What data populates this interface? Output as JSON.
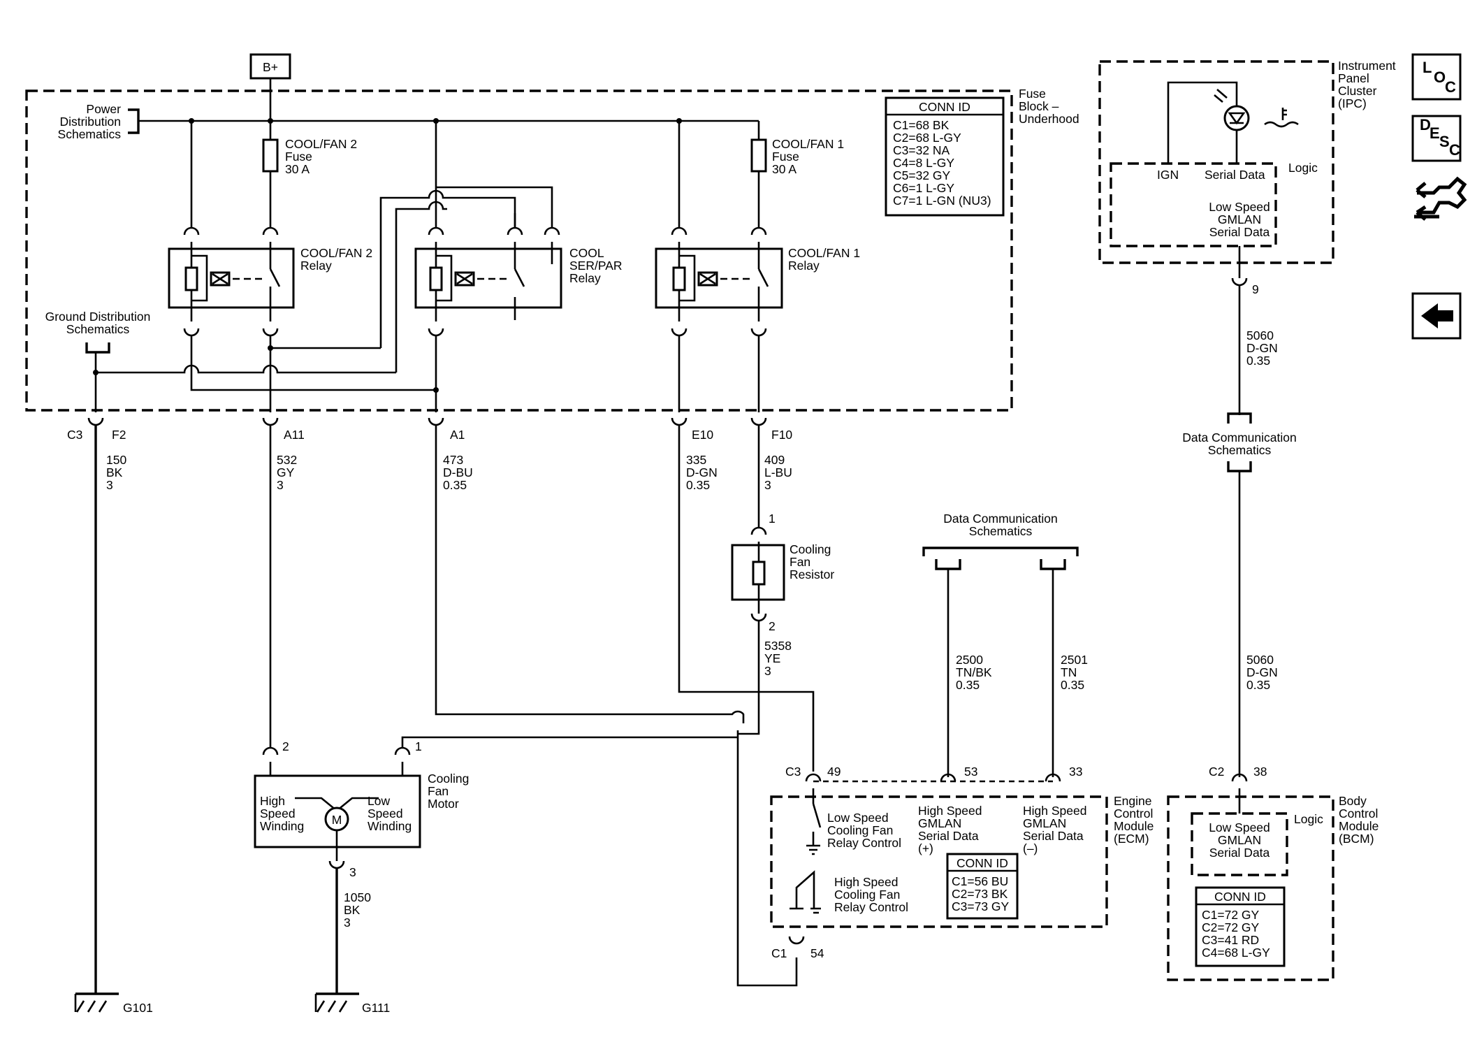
{
  "title": "",
  "power": {
    "bplus": "B+",
    "pds": [
      "Power",
      "Distribution",
      "Schematics"
    ],
    "gds": [
      "Ground Distribution",
      "Schematics"
    ]
  },
  "fuse_block": {
    "label": [
      "Fuse",
      "Block –",
      "Underhood"
    ]
  },
  "fuses": [
    {
      "id": "fuse-cool-fan-2",
      "label": [
        "COOL/FAN 2",
        "Fuse",
        "30 A"
      ]
    },
    {
      "id": "fuse-cool-fan-1",
      "label": [
        "COOL/FAN 1",
        "Fuse",
        "30 A"
      ]
    }
  ],
  "relays": [
    {
      "id": "relay-cool-fan-2",
      "label": [
        "COOL/FAN 2",
        "Relay"
      ]
    },
    {
      "id": "relay-cool-ser-par",
      "label": [
        "COOL",
        "SER/PAR",
        "Relay"
      ]
    },
    {
      "id": "relay-cool-fan-1",
      "label": [
        "COOL/FAN 1",
        "Relay"
      ]
    }
  ],
  "fuse_conn": {
    "title": "CONN ID",
    "rows": [
      "C1=68 BK",
      "C2=68 L-GY",
      "C3=32 NA",
      "C4=8 L-GY",
      "C5=32 GY",
      "C6=1 L-GY",
      "C7=1 L-GN (NU3)"
    ]
  },
  "pins_top": {
    "c3": "C3",
    "f2": "F2",
    "a11": "A11",
    "a1": "A1",
    "e10": "E10",
    "f10": "F10"
  },
  "wires": {
    "f2": [
      "150",
      "BK",
      "3"
    ],
    "a11": [
      "532",
      "GY",
      "3"
    ],
    "a1": [
      "473",
      "D-BU",
      "0.35"
    ],
    "e10": [
      "335",
      "D-GN",
      "0.35"
    ],
    "f10": [
      "409",
      "L-BU",
      "3"
    ],
    "resistor_out": [
      "5358",
      "YE",
      "3"
    ],
    "motor_gnd": [
      "1050",
      "BK",
      "3"
    ],
    "gmlan_plus": [
      "2500",
      "TN/BK",
      "0.35"
    ],
    "gmlan_minus": [
      "2501",
      "TN",
      "0.35"
    ],
    "ipc_top": [
      "5060",
      "D-GN",
      "0.35"
    ],
    "bcm_top": [
      "5060",
      "D-GN",
      "0.35"
    ]
  },
  "resistor": {
    "label": [
      "Cooling",
      "Fan",
      "Resistor"
    ],
    "pin1": "1",
    "pin2": "2"
  },
  "motor": {
    "label": [
      "Cooling",
      "Fan",
      "Motor"
    ],
    "symbol": "M",
    "pin2": "2",
    "pin1": "1",
    "pin3": "3",
    "high": [
      "High",
      "Speed",
      "Winding"
    ],
    "low": [
      "Low",
      "Speed",
      "Winding"
    ]
  },
  "grounds": {
    "g101": "G101",
    "g111": "G111"
  },
  "data_comm_mid": [
    "Data Communication",
    "Schematics"
  ],
  "data_comm_right": [
    "Data Communication",
    "Schematics"
  ],
  "ecm": {
    "label": [
      "Engine",
      "Control",
      "Module",
      "(ECM)"
    ],
    "c3": "C3",
    "p49": "49",
    "p53": "53",
    "p33": "33",
    "c1": "C1",
    "p54": "54",
    "low_ctrl": [
      "Low Speed",
      "Cooling Fan",
      "Relay Control"
    ],
    "high_ctrl": [
      "High Speed",
      "Cooling Fan",
      "Relay Control"
    ],
    "gm_plus": [
      "High Speed",
      "GMLAN",
      "Serial Data",
      "(+)"
    ],
    "gm_minus": [
      "High Speed",
      "GMLAN",
      "Serial Data",
      "(–)"
    ],
    "conn": {
      "title": "CONN ID",
      "rows": [
        "C1=56 BU",
        "C2=73 BK",
        "C3=73 GY"
      ]
    }
  },
  "ipc": {
    "label": [
      "Instrument",
      "Panel",
      "Cluster",
      "(IPC)"
    ],
    "ign": "IGN",
    "serial": "Serial Data",
    "logic": "Logic",
    "lsg": [
      "Low Speed",
      "GMLAN",
      "Serial Data"
    ],
    "pin": "9"
  },
  "bcm": {
    "label": [
      "Body",
      "Control",
      "Module",
      "(BCM)"
    ],
    "c2": "C2",
    "pin": "38",
    "logic": "Logic",
    "lsg": [
      "Low Speed",
      "GMLAN",
      "Serial Data"
    ],
    "conn": {
      "title": "CONN ID",
      "rows": [
        "C1=72 GY",
        "C2=72 GY",
        "C3=41 RD",
        "C4=68 L-GY"
      ]
    }
  },
  "sidebar": {
    "loc": [
      "L",
      "O",
      "C"
    ],
    "desc": [
      "D",
      "E",
      "S",
      "C"
    ],
    "icons": [
      "location-button",
      "description-button",
      "connector-icon",
      "back-arrow-icon"
    ]
  }
}
